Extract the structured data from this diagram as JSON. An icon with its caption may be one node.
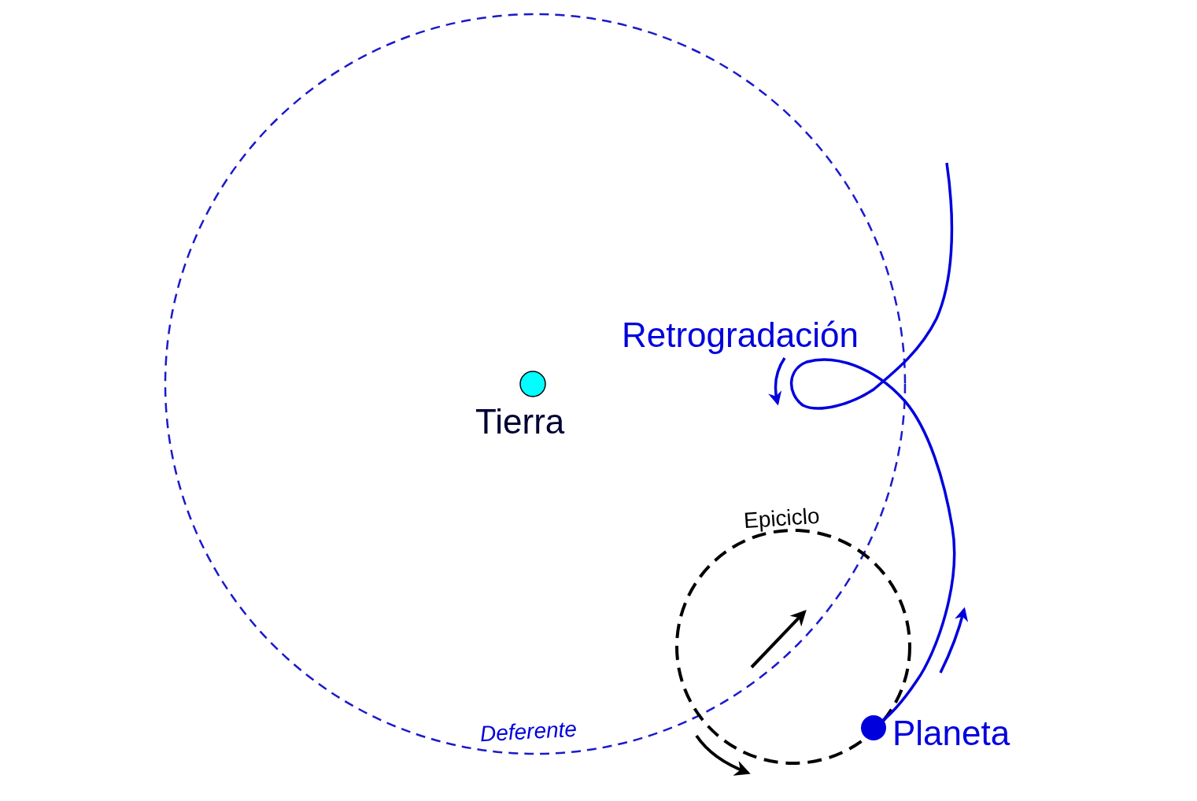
{
  "diagram": {
    "labels": [
      "Retrogradación",
      "Tierra",
      "Epiciclo",
      "Deferente",
      "Planeta"
    ]
  }
}
